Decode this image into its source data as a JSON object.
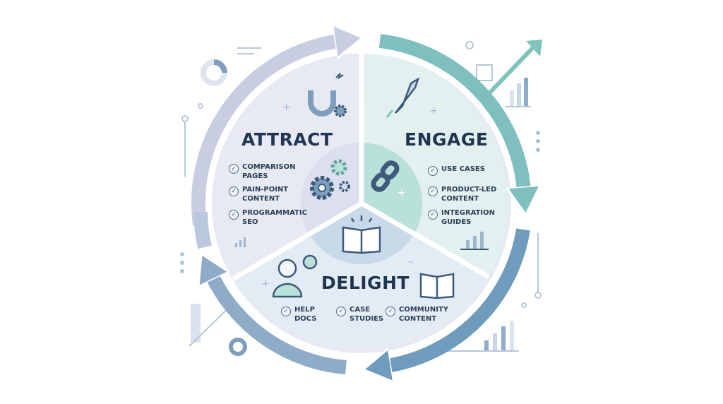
{
  "sections": {
    "attract": {
      "title": "ATTRACT",
      "items": [
        "COMPARISON\nPAGES",
        "PAIN-POINT\nCONTENT",
        "PROGRAMMATIC\nSEO"
      ]
    },
    "engage": {
      "title": "ENGAGE",
      "items": [
        "USE CASES",
        "PRODUCT-LED\nCONTENT",
        "INTEGRATION\nGUIDES"
      ]
    },
    "delight": {
      "title": "DELIGHT",
      "items": [
        "HELP\nDOCS",
        "CASE\nSTUDIES",
        "COMMUNITY\nCONTENT"
      ]
    }
  },
  "check_glyph": "✓",
  "colors": {
    "attract": "#e7e9f3",
    "engage": "#e2f1ef",
    "delight": "#e3ecf4",
    "text": "#1f3550",
    "accent": "#7fc4bb"
  }
}
